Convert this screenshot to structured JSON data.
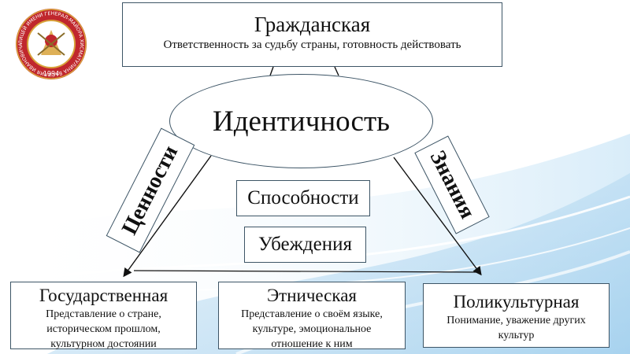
{
  "top": {
    "title": "Гражданская",
    "subtitle": "Ответственность за судьбу страны, готовность действовать"
  },
  "center": {
    "label": "Идентичность"
  },
  "left_label": "Ценности",
  "right_label": "Знания",
  "middle": {
    "abilities": "Способности",
    "beliefs": "Убеждения"
  },
  "bottom": {
    "state": {
      "title": "Государственная",
      "lines": [
        "Представление о стране,",
        "историческом прошлом,",
        "культурном достоянии"
      ]
    },
    "ethnic": {
      "title": "Этническая",
      "lines": [
        "Представление о своём языке,",
        "культуре, эмоциональное",
        "отношение к ним"
      ]
    },
    "multi": {
      "title": "Поликультурная",
      "lines": [
        "Понимание, уважение других",
        "культур"
      ]
    }
  },
  "logo": {
    "ring_text": "ЛИЦЕЙ ИМЕНИ ГЕНЕРАЛ-МАЙОРА ХИСМАТУЛИНА ВАСИЛИЯ ИВАНОВИЧА",
    "year": "1994"
  },
  "colors": {
    "border": "#3d5566",
    "logo_red": "#c0272d",
    "logo_gold": "#d8a23a"
  }
}
